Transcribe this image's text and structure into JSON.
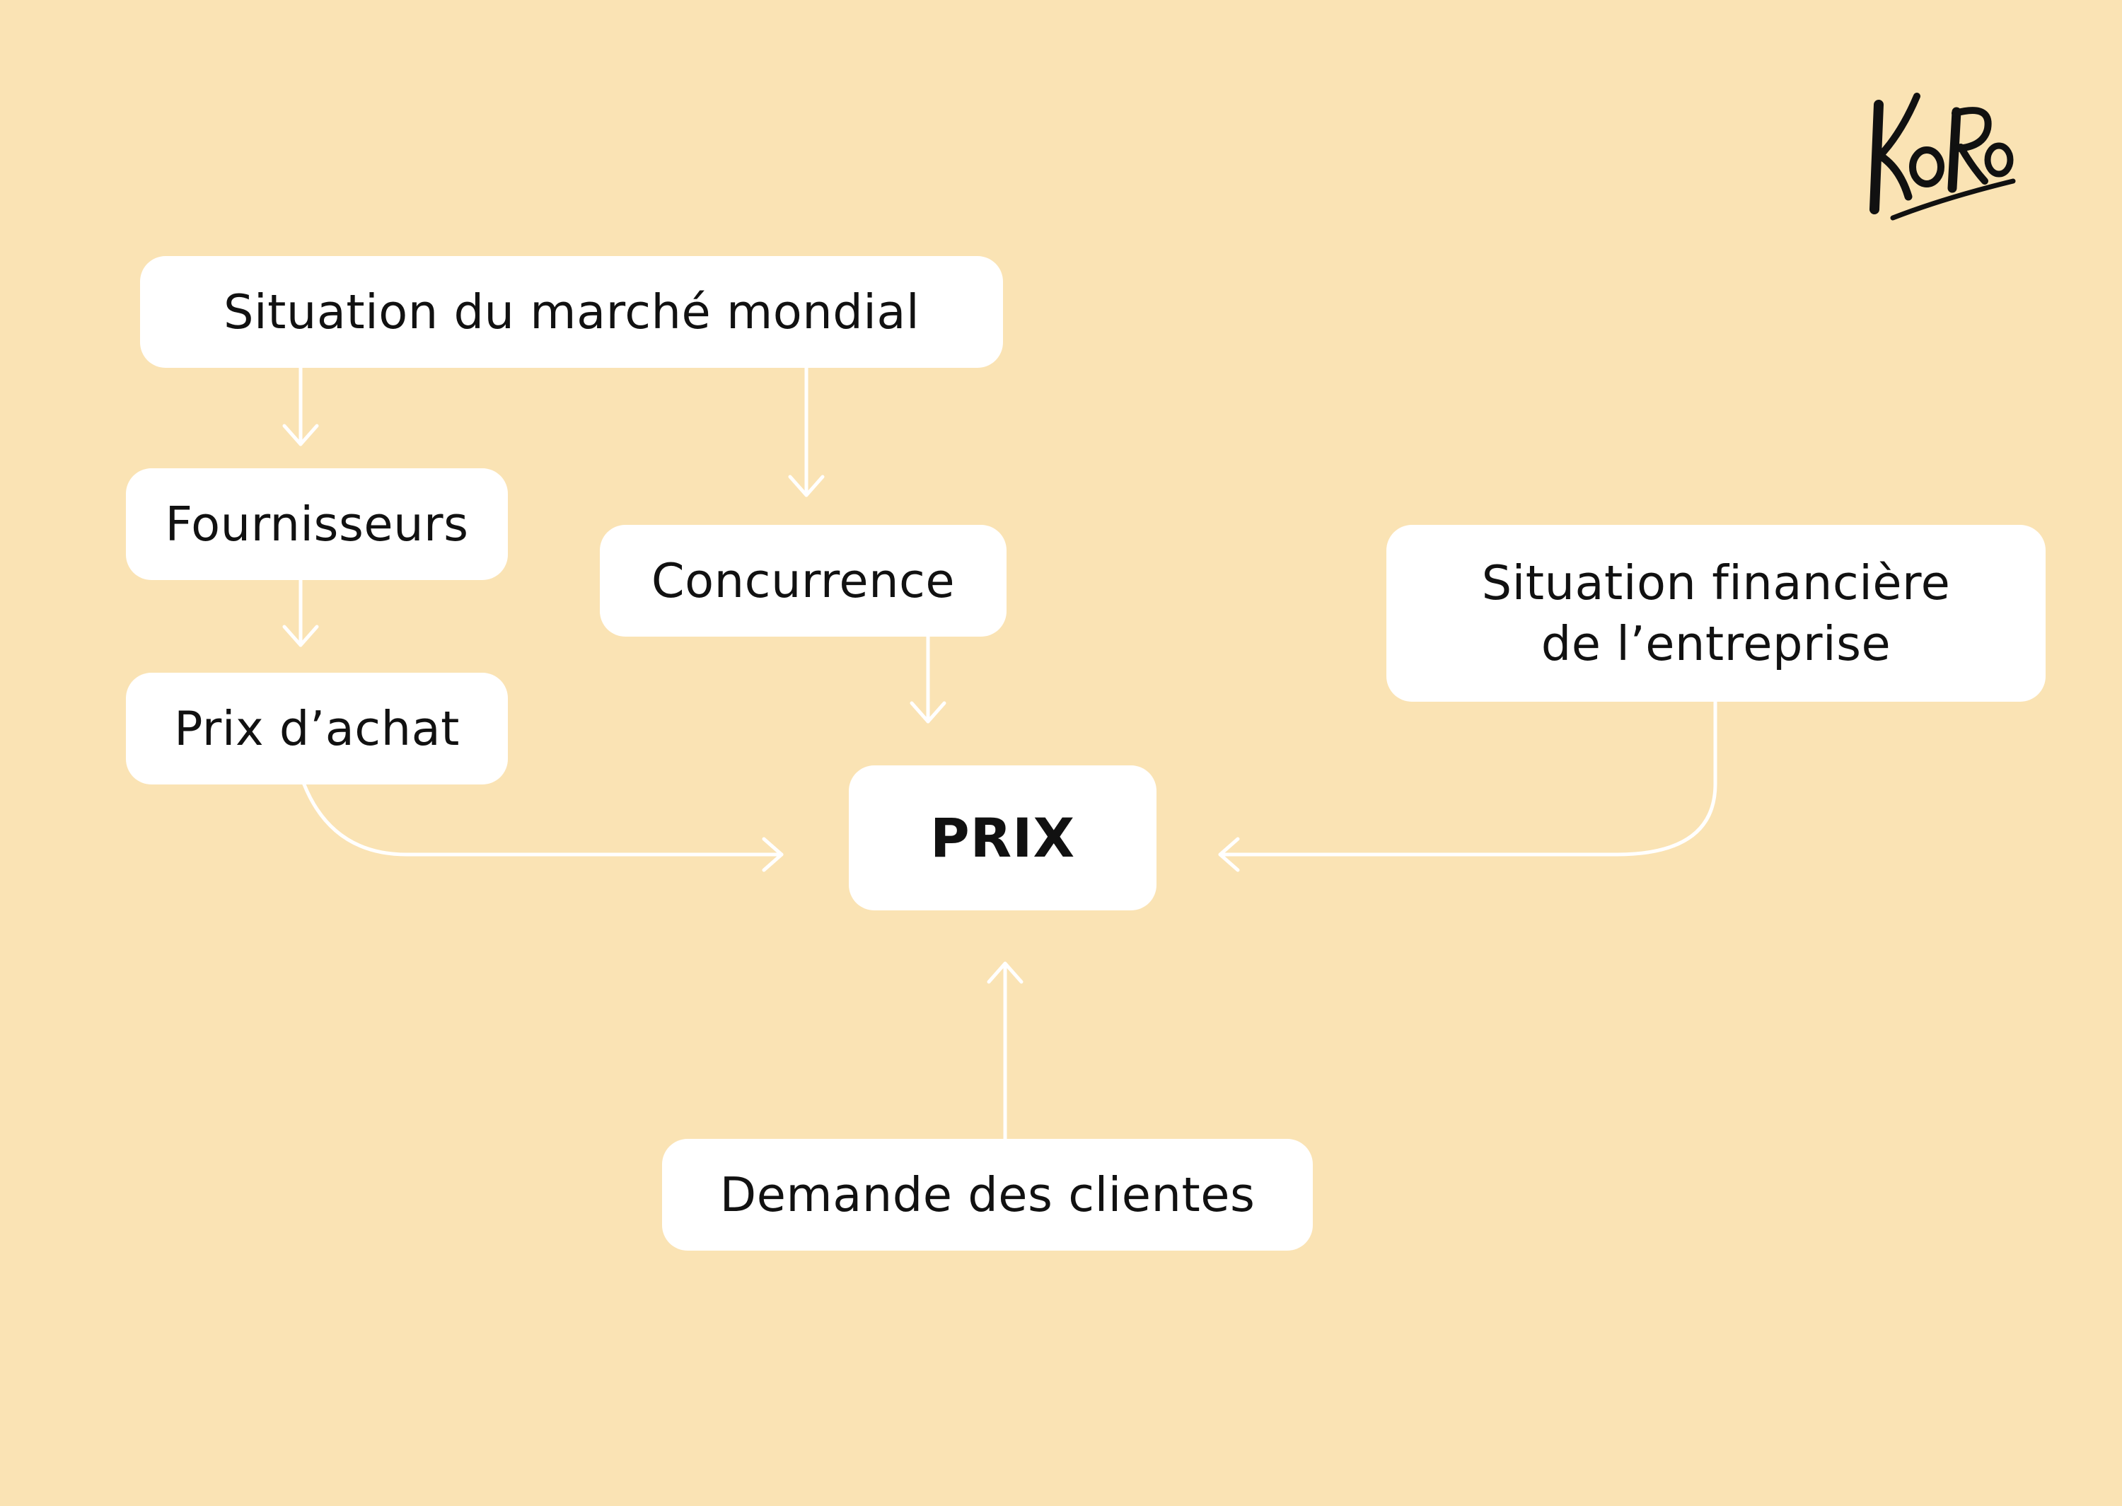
{
  "diagram": {
    "nodes": [
      {
        "id": "marche",
        "label": "Situation du marché mondial"
      },
      {
        "id": "fournisseurs",
        "label": "Fournisseurs"
      },
      {
        "id": "achat",
        "label": "Prix d’achat"
      },
      {
        "id": "concurrence",
        "label": "Concurrence"
      },
      {
        "id": "financiere",
        "lines": [
          "Situation financière",
          "de l’entreprise"
        ]
      },
      {
        "id": "prix",
        "label": "PRIX"
      },
      {
        "id": "demande",
        "label": "Demande des clientes"
      }
    ],
    "edges": [
      {
        "from": "marche",
        "to": "fournisseurs"
      },
      {
        "from": "marche",
        "to": "concurrence"
      },
      {
        "from": "fournisseurs",
        "to": "achat"
      },
      {
        "from": "achat",
        "to": "prix"
      },
      {
        "from": "concurrence",
        "to": "prix"
      },
      {
        "from": "financiere",
        "to": "prix"
      },
      {
        "from": "demande",
        "to": "prix"
      }
    ]
  },
  "logo": {
    "text": "KoRo"
  },
  "colors": {
    "background": "#FAE3B4",
    "node_fill": "#FFFFFF",
    "connector": "#FFFFFF",
    "text": "#111111"
  }
}
